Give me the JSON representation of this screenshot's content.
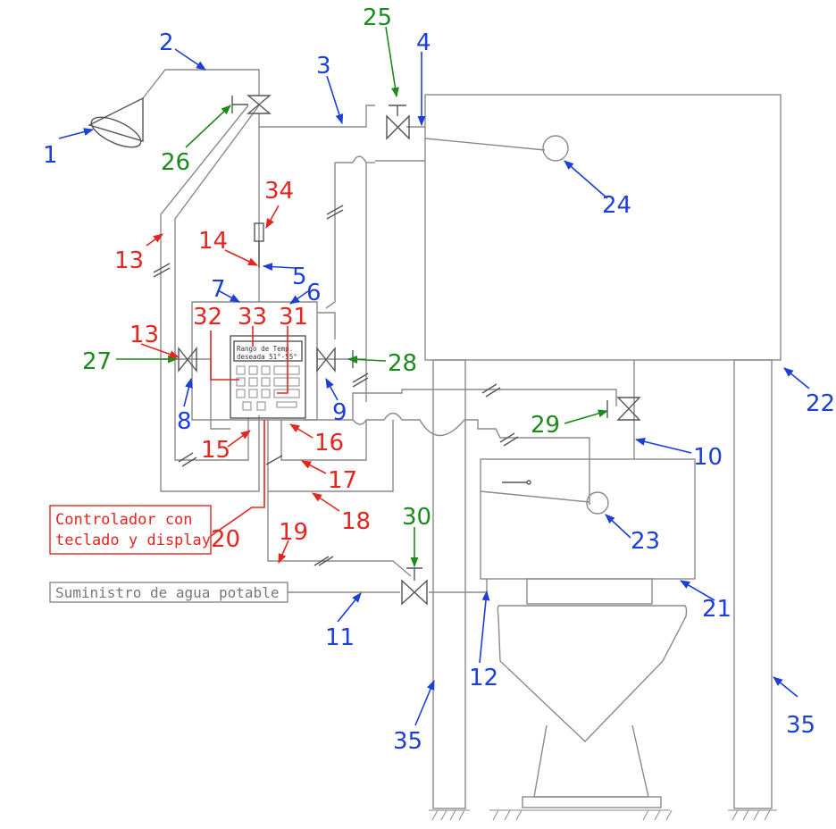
{
  "colors": {
    "blue": "#1c3fd6",
    "green": "#1d8a1d",
    "red": "#e3261f",
    "pipe": "#8a8a8a"
  },
  "labels": {
    "l1": "1",
    "l2": "2",
    "l3": "3",
    "l4": "4",
    "l5": "5",
    "l6": "6",
    "l7": "7",
    "l8": "8",
    "l9": "9",
    "l10": "10",
    "l11": "11",
    "l12": "12",
    "l13a": "13",
    "l13b": "13",
    "l14": "14",
    "l15": "15",
    "l16": "16",
    "l17": "17",
    "l18": "18",
    "l19": "19",
    "l20": "20",
    "l21": "21",
    "l22": "22",
    "l23": "23",
    "l24": "24",
    "l25": "25",
    "l26": "26",
    "l27": "27",
    "l28": "28",
    "l29": "29",
    "l30": "30",
    "l31": "31",
    "l32": "32",
    "l33": "33",
    "l34": "34",
    "l35a": "35",
    "l35b": "35"
  },
  "controller_box": {
    "line1": "Controlador con",
    "line2": "teclado y display"
  },
  "supply_box": "Suministro de agua potable",
  "display": {
    "line1": "Rango de Temp.",
    "line2": "deseada 51°-55°"
  }
}
